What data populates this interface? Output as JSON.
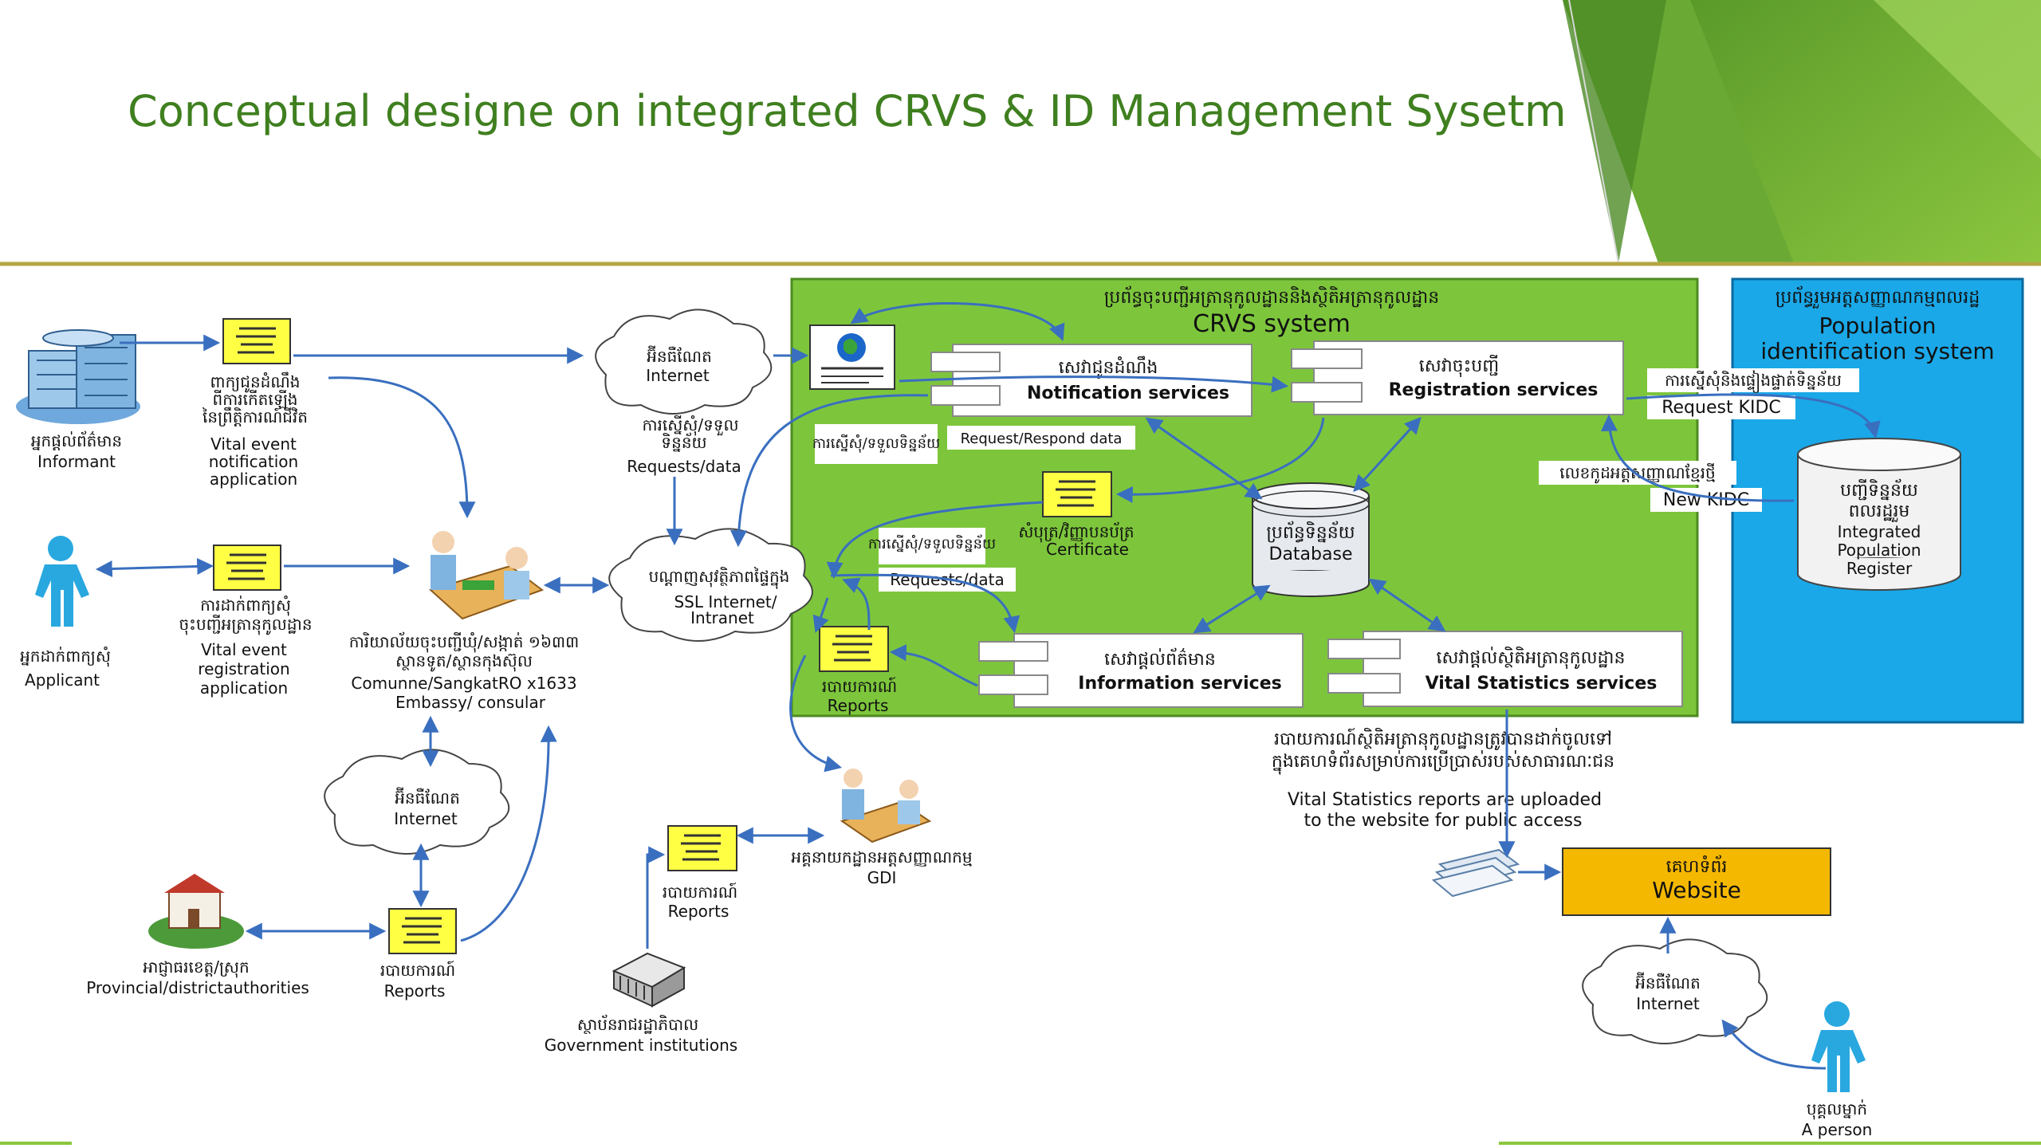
{
  "title": "Conceptual designe on integrated CRVS & ID Management Sysetm",
  "colors": {
    "title": "#3f7f1f",
    "crvs_panel": "#7dc63c",
    "pis_panel": "#1aa8e8",
    "website": "#f5b800",
    "arrow": "#3a6fbf",
    "divider": "#b5a642"
  },
  "crvs": {
    "title_km": "ប្រព័ន្ធចុះបញ្ជីអត្រានុកូលដ្ឋាននិងស្ថិតិអត្រានុកូលដ្ឋាន",
    "title_en": "CRVS system"
  },
  "pis": {
    "title_km": "ប្រព័ន្ធរួមអត្តសញ្ញាណកម្មពលរដ្ឋ",
    "title_en1": "Population",
    "title_en2": "identification system",
    "db_km1": "បញ្ជីទិន្នន័យ",
    "db_km2": "ពលរដ្ឋរួម",
    "db_en1": "Integrated",
    "db_en2": "Population",
    "db_en3": "Register"
  },
  "services": {
    "notification_km": "សេវាជូនដំណឹង",
    "notification_en": "Notification services",
    "registration_km": "សេវាចុះបញ្ជី",
    "registration_en": "Registration services",
    "information_km": "សេវាផ្តល់ព័ត៌មាន",
    "information_en": "Information services",
    "vital_km": "សេវាផ្តល់ស្ថិតិអត្រានុកូលដ្ឋាន",
    "vital_en": "Vital Statistics services"
  },
  "database": {
    "km": "ប្រព័ន្ធទិន្នន័យ",
    "en": "Database"
  },
  "certificate": {
    "km": "សំបុត្រ/វិញ្ញាបនប័ត្រ",
    "en": "Certificate"
  },
  "reports_crvs": {
    "km": "របាយការណ៍",
    "en": "Reports"
  },
  "request_respond": "Request/Respond data",
  "request_km_box": "ការស្នើសុំ/ទទួលទិន្នន័យ",
  "requests_data_inner_km": "ការស្នើសុំ/ទទួលទិន្នន័យ",
  "requests_data_inner": "Requests/data",
  "request_kidc_km": "ការស្នើសុំនិងផ្ទៀងផ្ទាត់ទិន្នន័យ",
  "request_kidc": "Request KIDC",
  "new_kidc_km": "លេខកូដអត្តសញ្ញាណខ្មែរថ្មី",
  "new_kidc": "New KIDC",
  "informant": {
    "km": "អ្នកផ្តល់ព័ត៌មាន",
    "en": "Informant"
  },
  "vital_notif_app": {
    "km1": "ពាក្យជូនដំណឹង",
    "km2": "ពីការកើតឡើង",
    "km3": "នៃព្រឹត្តិការណ៍ជីវិត",
    "en1": "Vital event",
    "en2": "notification",
    "en3": "application"
  },
  "applicant": {
    "km": "អ្នកដាក់ពាក្យសុំ",
    "en": "Applicant"
  },
  "vital_reg_app": {
    "km1": "ការដាក់ពាក្យសុំ",
    "km2": "ចុះបញ្ជីអត្រានុកូលដ្ឋាន",
    "en1": "Vital event",
    "en2": "registration",
    "en3": "application"
  },
  "internet_top": {
    "km": "អ៊ីនធឺណែត",
    "en": "Internet"
  },
  "requests_left": {
    "km1": "ការស្នើសុំ/ទទួល",
    "km2": "ទិន្នន័យ",
    "en": "Requests/data"
  },
  "ssl": {
    "km": "បណ្តាញសុវត្ថិភាពផ្ទៃក្នុង",
    "en1": "SSL Internet/",
    "en2": "Intranet"
  },
  "commune": {
    "km1": "ការិយាល័យចុះបញ្ជីឃុំ/សង្កាត់ ១៦៣៣",
    "km2": "ស្ថានទូត/ស្ថានកុងស៊ុល",
    "en1": "Comunne/SangkatRO x1633",
    "en2": "Embassy/ consular"
  },
  "internet_mid": {
    "km": "អ៊ីនធឺណែត",
    "en": "Internet"
  },
  "provincial": {
    "km": "អាជ្ញាធរខេត្ត/ស្រុក",
    "en": "Provincial/districtauthorities"
  },
  "reports_prov": {
    "km": "របាយការណ៍",
    "en": "Reports"
  },
  "gdi": {
    "km": "អគ្គនាយកដ្ឋានអត្តសញ្ញាណកម្ម",
    "en": "GDI"
  },
  "reports_gov": {
    "km": "របាយការណ៍",
    "en": "Reports"
  },
  "gov": {
    "km": "ស្ថាប័នរាជរដ្ឋាភិបាល",
    "en": "Government institutions"
  },
  "vs_note": {
    "km1": "របាយការណ៍ស្ថិតិអត្រានុកូលដ្ឋានត្រូវបានដាក់ចូលទៅ",
    "km2": "ក្នុងគេហទំព័រសម្រាប់ការប្រើប្រាស់របស់សាធារណៈជន",
    "en1": "Vital Statistics reports are uploaded",
    "en2": "to the website for public access"
  },
  "website": {
    "km": "គេហទំព័រ",
    "en": "Website"
  },
  "internet_bottom": {
    "km": "អ៊ីនធឺណែត",
    "en": "Internet"
  },
  "person": {
    "km": "បុគ្គលម្នាក់",
    "en": "A person"
  }
}
